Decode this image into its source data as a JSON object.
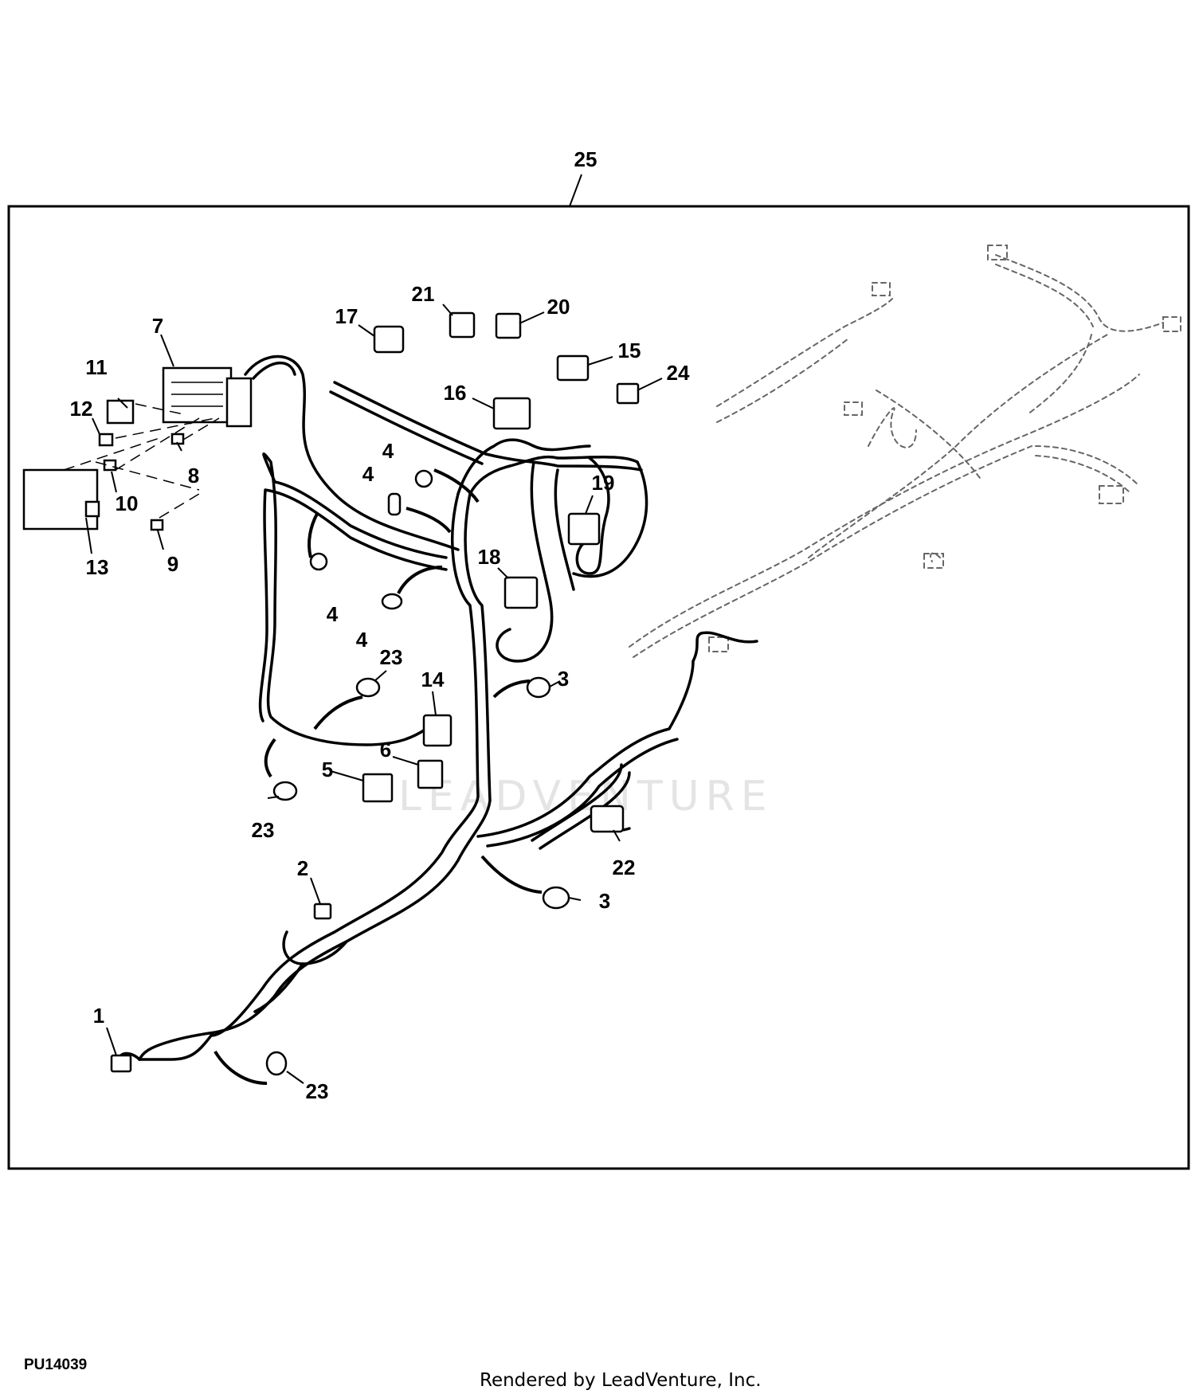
{
  "figure_id": "PU14039",
  "rendered_by": "Rendered by LeadVenture, Inc.",
  "watermark": "LEADVENTURE",
  "callouts": {
    "c1": "1",
    "c2": "2",
    "c3a": "3",
    "c3b": "3",
    "c4a": "4",
    "c4b": "4",
    "c4c": "4",
    "c4d": "4",
    "c5": "5",
    "c6": "6",
    "c7": "7",
    "c8": "8",
    "c9": "9",
    "c10": "10",
    "c11": "11",
    "c12": "12",
    "c13": "13",
    "c14": "14",
    "c15": "15",
    "c16": "16",
    "c17": "17",
    "c18": "18",
    "c19": "19",
    "c20": "20",
    "c21": "21",
    "c22": "22",
    "c23a": "23",
    "c23b": "23",
    "c23c": "23",
    "c24": "24",
    "c25": "25"
  }
}
